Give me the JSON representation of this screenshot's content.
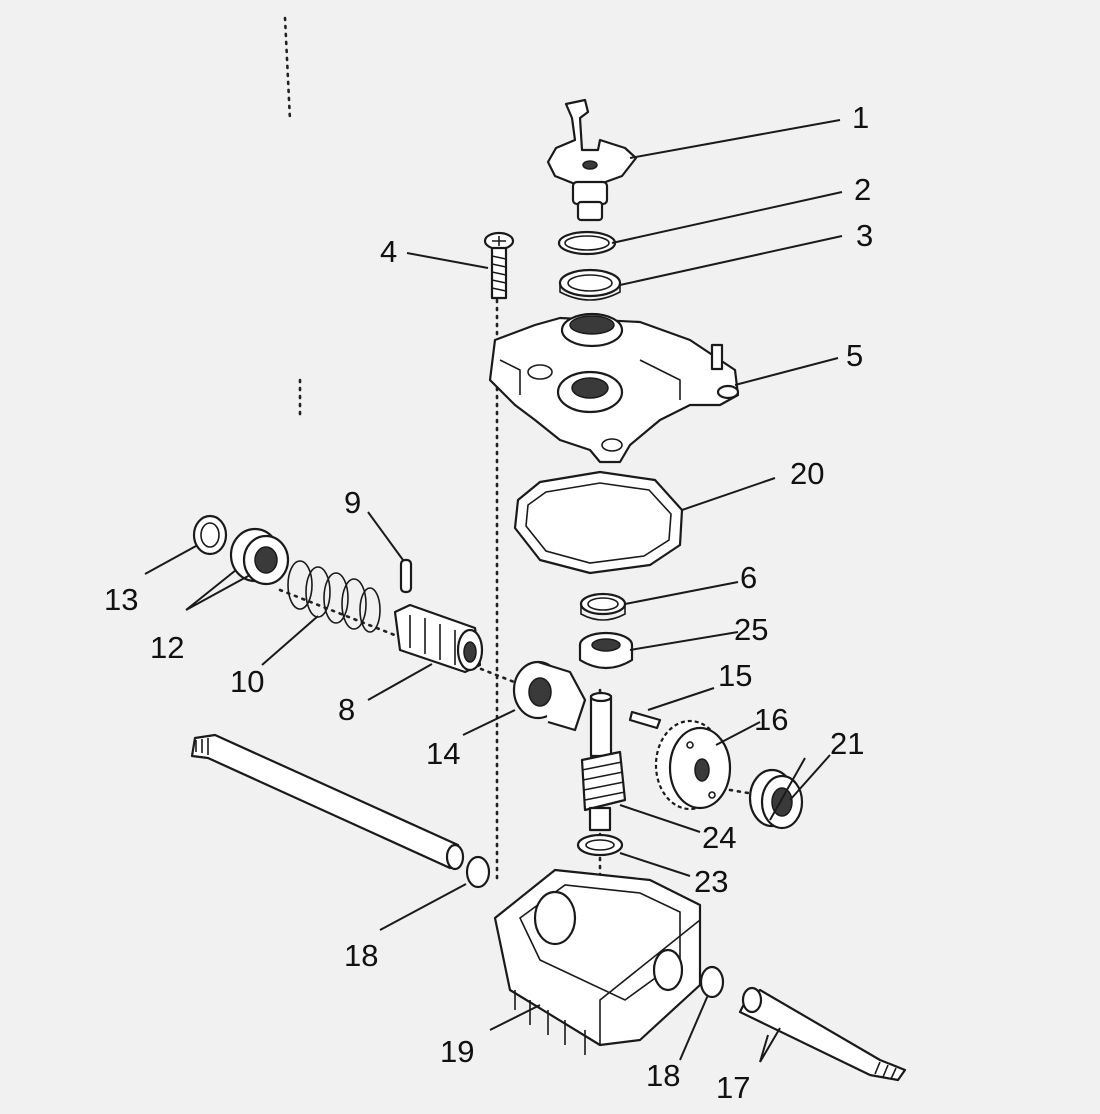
{
  "diagram": {
    "callouts": [
      {
        "id": "1",
        "text": "1"
      },
      {
        "id": "2",
        "text": "2"
      },
      {
        "id": "3",
        "text": "3"
      },
      {
        "id": "4",
        "text": "4"
      },
      {
        "id": "5",
        "text": "5"
      },
      {
        "id": "20",
        "text": "20"
      },
      {
        "id": "9",
        "text": "9"
      },
      {
        "id": "13",
        "text": "13"
      },
      {
        "id": "12",
        "text": "12"
      },
      {
        "id": "10",
        "text": "10"
      },
      {
        "id": "8",
        "text": "8"
      },
      {
        "id": "6",
        "text": "6"
      },
      {
        "id": "25",
        "text": "25"
      },
      {
        "id": "15",
        "text": "15"
      },
      {
        "id": "16",
        "text": "16"
      },
      {
        "id": "21",
        "text": "21"
      },
      {
        "id": "14",
        "text": "14"
      },
      {
        "id": "24",
        "text": "24"
      },
      {
        "id": "23",
        "text": "23"
      },
      {
        "id": "18a",
        "text": "18"
      },
      {
        "id": "19",
        "text": "19"
      },
      {
        "id": "18b",
        "text": "18"
      },
      {
        "id": "17",
        "text": "17"
      }
    ],
    "colors": {
      "ink": "#1a1a1a",
      "paper": "#f1f1f1"
    }
  }
}
